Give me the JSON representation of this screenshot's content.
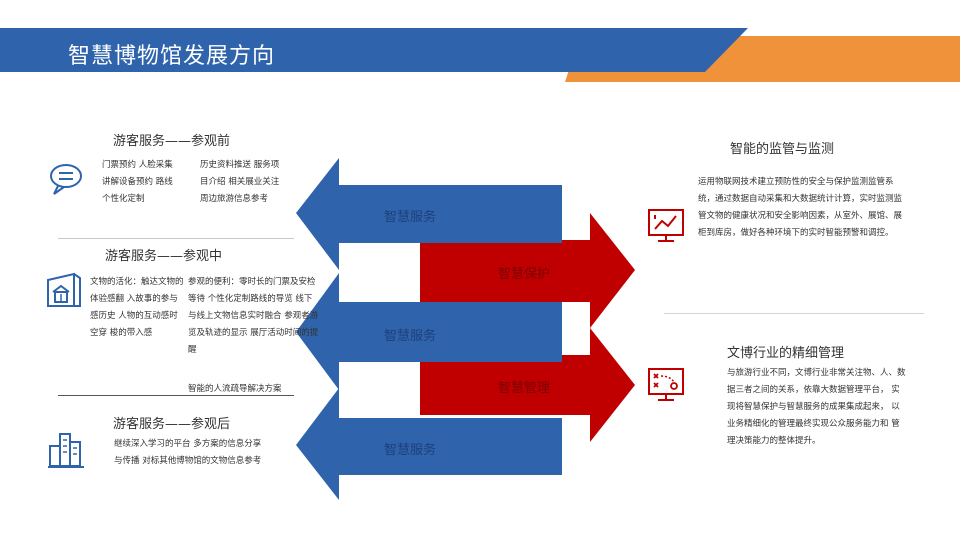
{
  "page": {
    "title": "智慧博物馆发展方向"
  },
  "left": {
    "before": {
      "title": "游客服务——参观前",
      "col1": "门票预约 人脸采集 讲解设备预约 路线个性化定制",
      "col2": "历史资料推送 服务项目介绍 相关展业关注 周边旅游信息参考"
    },
    "during": {
      "title": "游客服务——参观中",
      "col1": "文物的活化：触达文物的体验感翻 入故事的参与感历史 人物的互动感时空穿 梭的带入感",
      "col2": "参观的便利：零时长的门票及安检等待 个性化定制路线的导览 线下与线上文物信息实时融合 参观者游览及轨迹的显示 展厅活动时间的提醒",
      "note": "智能的人流疏导解决方案"
    },
    "after": {
      "title": "游客服务——参观后",
      "col1": "继续深入学习的平台 多方案的信息分享与传播 对标其他博物馆的文物信息参考"
    }
  },
  "arrows": {
    "blue_1": "智慧服务",
    "red_1": "智慧保护",
    "blue_2": "智慧服务",
    "red_2": "智慧管理",
    "blue_3": "智慧服务"
  },
  "right": {
    "monitor": {
      "title": "智能的监管与监测",
      "text": "运用物联网技术建立预防性的安全与保护监测监管系统，通过数据自动采集和大数据统计计算，实时监测监管文物的健康状况和安全影响因素，从室外、展馆、展柜到库房，做好各种环境下的实时智能预警和调控。"
    },
    "manage": {
      "title": "文博行业的精细管理",
      "text": "与旅游行业不同，文博行业非常关注物、人、数据三者之间的关系，依靠大数据管理平台， 实现将智慧保护与智慧服务的成果集成起来， 以业务精细化的管理最终实现公众服务能力和 管理决策能力的整体提升。"
    }
  },
  "colors": {
    "blue": "#2f64ad",
    "orange": "#f0923a",
    "red": "#c00000"
  },
  "icons": [
    "chat-bubbles-icon",
    "museum-building-icon",
    "city-buildings-icon",
    "monitor-chart-icon",
    "strategy-board-icon"
  ]
}
